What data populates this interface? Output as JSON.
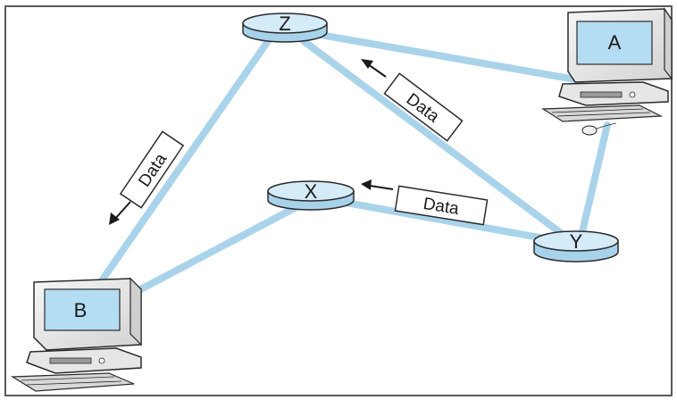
{
  "diagram": {
    "routers": [
      {
        "id": "Z",
        "label": "Z"
      },
      {
        "id": "X",
        "label": "X"
      },
      {
        "id": "Y",
        "label": "Y"
      }
    ],
    "computers": [
      {
        "id": "A",
        "label": "A"
      },
      {
        "id": "B",
        "label": "B"
      }
    ],
    "links": [
      [
        "Z",
        "A"
      ],
      [
        "Z",
        "B"
      ],
      [
        "Z",
        "Y"
      ],
      [
        "X",
        "B"
      ],
      [
        "X",
        "Y"
      ],
      [
        "A",
        "Y"
      ]
    ],
    "packets": [
      {
        "id": "packet-z-b",
        "label": "Data"
      },
      {
        "id": "packet-y-z",
        "label": "Data"
      },
      {
        "id": "packet-y-x",
        "label": "Data"
      }
    ],
    "colors": {
      "link": "#a9d3ea",
      "router_top": "#d4ebf8",
      "router_side": "#a8d1ea",
      "router_stroke": "#2b2b2b",
      "screen": "#b4dcf2",
      "monitor": "#ececec"
    }
  }
}
